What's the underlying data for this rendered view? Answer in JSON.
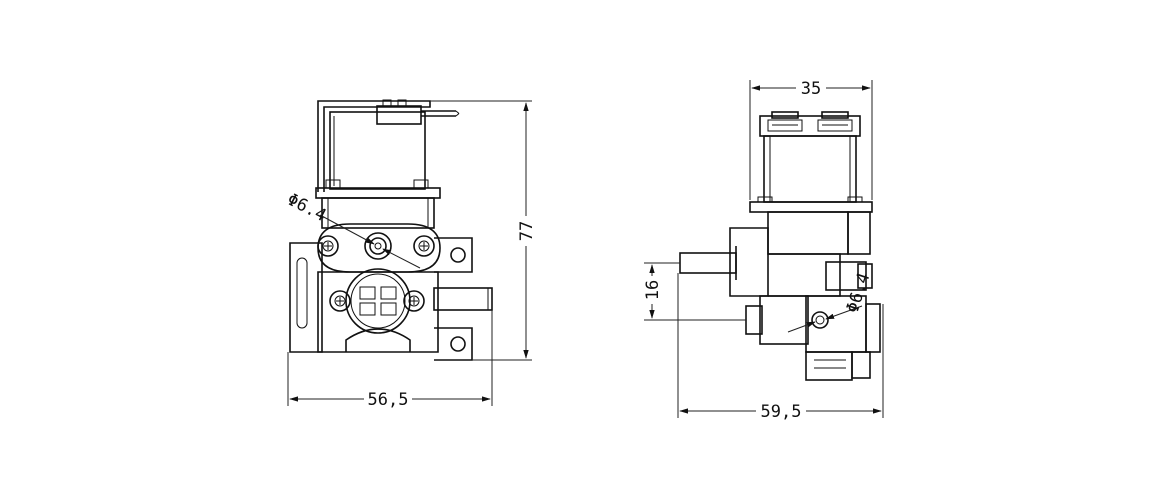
{
  "front_view": {
    "width_label": "56,5",
    "height_label": "77",
    "outlet_label": "Φ6.4"
  },
  "side_view": {
    "width_label": "59,5",
    "coil_width_label": "35",
    "inlet_offset_label": "16",
    "outlet_label": "Φ6.4"
  }
}
